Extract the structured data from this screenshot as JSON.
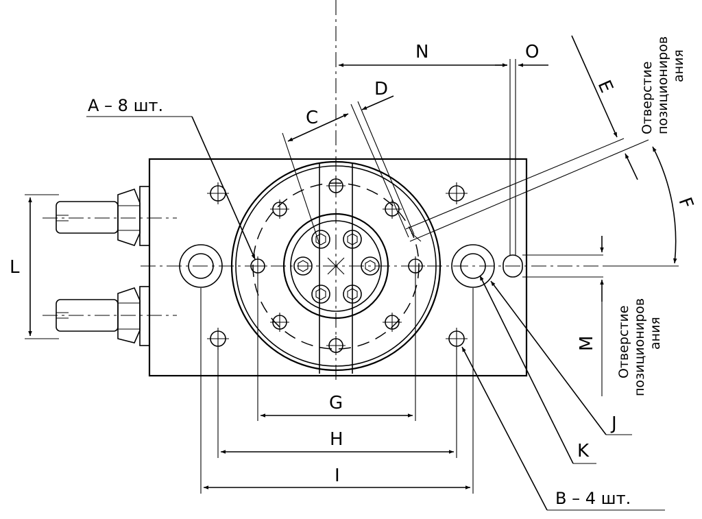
{
  "labels": {
    "A": "A – 8 шт.",
    "B": "B – 4 шт.",
    "C": "C",
    "D": "D",
    "E": "E",
    "F": "F",
    "G": "G",
    "H": "H",
    "I": "I",
    "J": "J",
    "K": "K",
    "L": "L",
    "M": "M",
    "N": "N",
    "O": "O"
  },
  "notes": {
    "positioning_hole_top_line1": "Отверстие",
    "positioning_hole_top_line2": "позициониров",
    "positioning_hole_top_line3": "ания",
    "positioning_hole_side_line1": "Отверстие",
    "positioning_hole_side_line2": "позициониров",
    "positioning_hole_side_line3": "ания"
  }
}
